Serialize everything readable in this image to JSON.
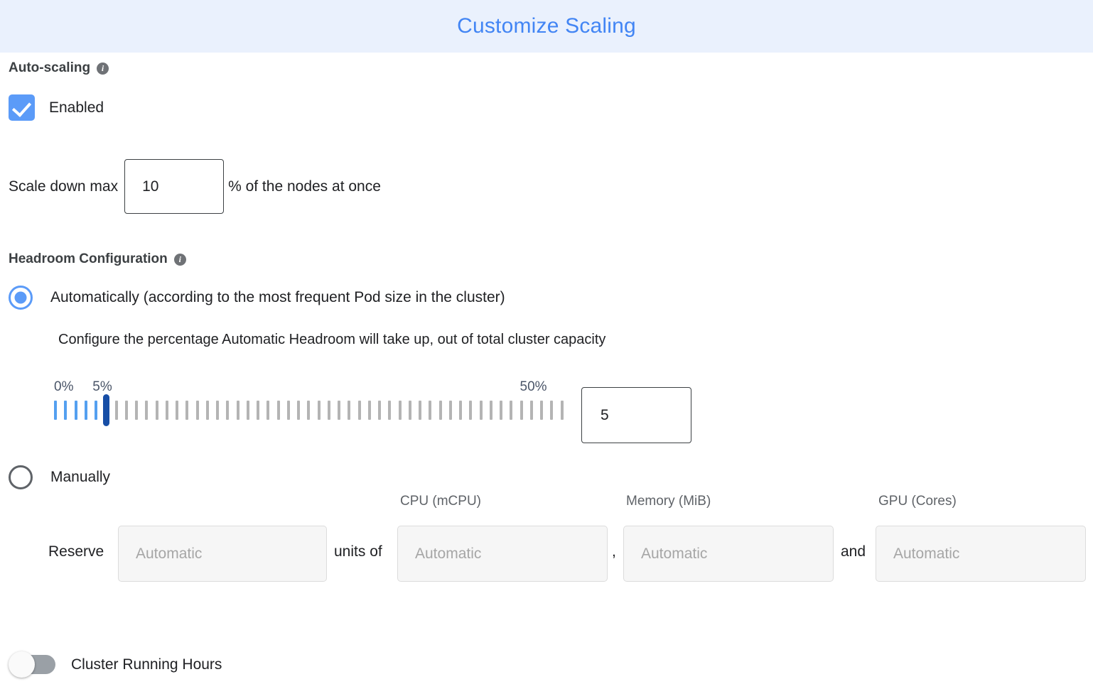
{
  "header": {
    "title": "Customize Scaling",
    "background_color": "#eaf1fd",
    "title_color": "#4285f4"
  },
  "autoscaling": {
    "section_label": "Auto-scaling",
    "info_icon": "info-icon",
    "info_glyph": "i",
    "checkbox_label": "Enabled",
    "checkbox_checked": true,
    "checkbox_color": "#5b9bf8"
  },
  "scale_down": {
    "prefix_label": "Scale down max",
    "value": "10",
    "suffix_label": "% of the nodes at once"
  },
  "headroom": {
    "section_label": "Headroom Configuration",
    "info_glyph": "i",
    "option_automatic": "Automatically (according to the most frequent Pod size in the cluster)",
    "option_automatic_selected": true,
    "description": "Configure the percentage Automatic Headroom will take up, out of total cluster capacity",
    "option_manually": "Manually",
    "option_manually_selected": false
  },
  "slider": {
    "min_label": "0%",
    "current_label": "5%",
    "max_label": "50%",
    "min": 0,
    "max": 50,
    "value": 5,
    "value_text": "5",
    "tick_count": 51,
    "active_tick_color": "#54a0f0",
    "inactive_tick_color": "#b4b4b4",
    "thumb_color": "#174ea6",
    "label_color": "#4a5568"
  },
  "reserve": {
    "prefix_label": "Reserve",
    "units_label": "units of",
    "comma_label": ",",
    "and_label": "and",
    "fields": [
      {
        "header": "",
        "placeholder": "Automatic",
        "value": ""
      },
      {
        "header": "CPU (mCPU)",
        "placeholder": "Automatic",
        "value": ""
      },
      {
        "header": "Memory (MiB)",
        "placeholder": "Automatic",
        "value": ""
      },
      {
        "header": "GPU (Cores)",
        "placeholder": "Automatic",
        "value": ""
      }
    ]
  },
  "cluster_running_hours": {
    "label": "Cluster Running Hours",
    "enabled": false
  }
}
